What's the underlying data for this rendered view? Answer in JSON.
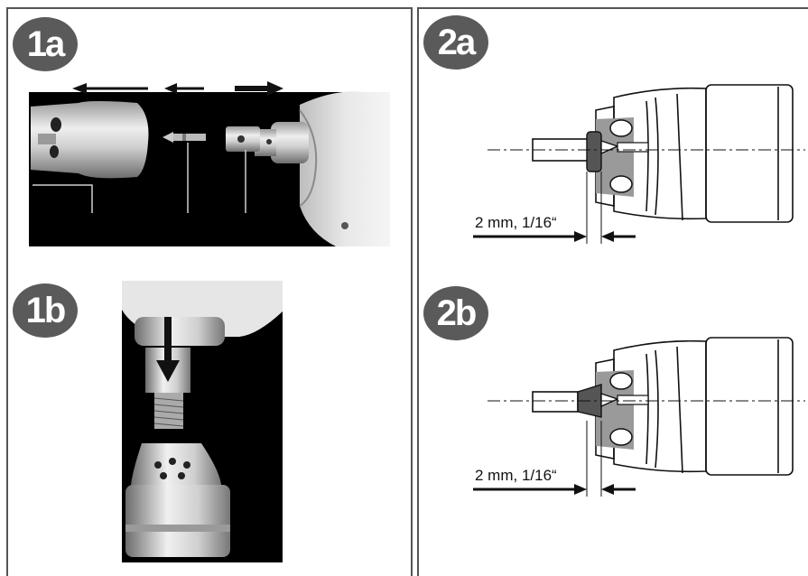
{
  "steps": {
    "s1a": "1a",
    "s1b": "1b",
    "s2a": "2a",
    "s2b": "2b"
  },
  "dimension_labels": {
    "s2a": "2 mm, 1/16“",
    "s2b": "2 mm, 1/16“"
  }
}
